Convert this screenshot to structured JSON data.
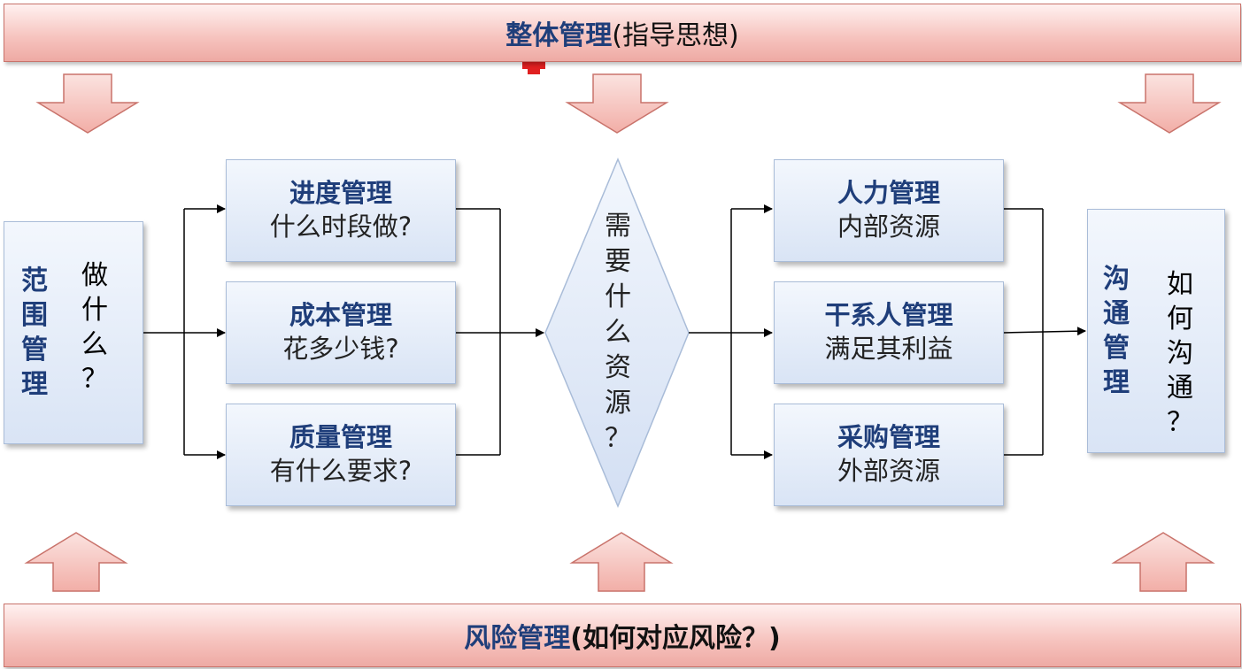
{
  "top_banner": {
    "bold": "整体管理",
    "rest": "(指导思想)"
  },
  "bottom_banner": {
    "bold": "风险管理",
    "rest": "(如何对应风险？)"
  },
  "scope": {
    "title_chars": [
      "范",
      "围",
      "管",
      "理"
    ],
    "question_chars": [
      "做",
      "什",
      "么",
      "？"
    ]
  },
  "left_boxes": [
    {
      "title": "进度管理",
      "sub": "什么时段做?"
    },
    {
      "title": "成本管理",
      "sub": "花多少钱?"
    },
    {
      "title": "质量管理",
      "sub": "有什么要求?"
    }
  ],
  "diamond": {
    "chars": [
      "需",
      "要",
      "什",
      "么",
      "资",
      "源",
      "？"
    ]
  },
  "right_boxes": [
    {
      "title": "人力管理",
      "sub": "内部资源"
    },
    {
      "title": "干系人管理",
      "sub": "满足其利益"
    },
    {
      "title": "采购管理",
      "sub": "外部资源"
    }
  ],
  "comm": {
    "title_chars": [
      "沟",
      "通",
      "管",
      "理"
    ],
    "question_chars": [
      "如",
      "何",
      "沟",
      "通",
      "？"
    ]
  },
  "colors": {
    "title_blue": "#1f3e7a",
    "box_fill": "#dde7f6",
    "arrow_fill": "#f6c2bd",
    "arrow_stroke": "#c9736b"
  }
}
